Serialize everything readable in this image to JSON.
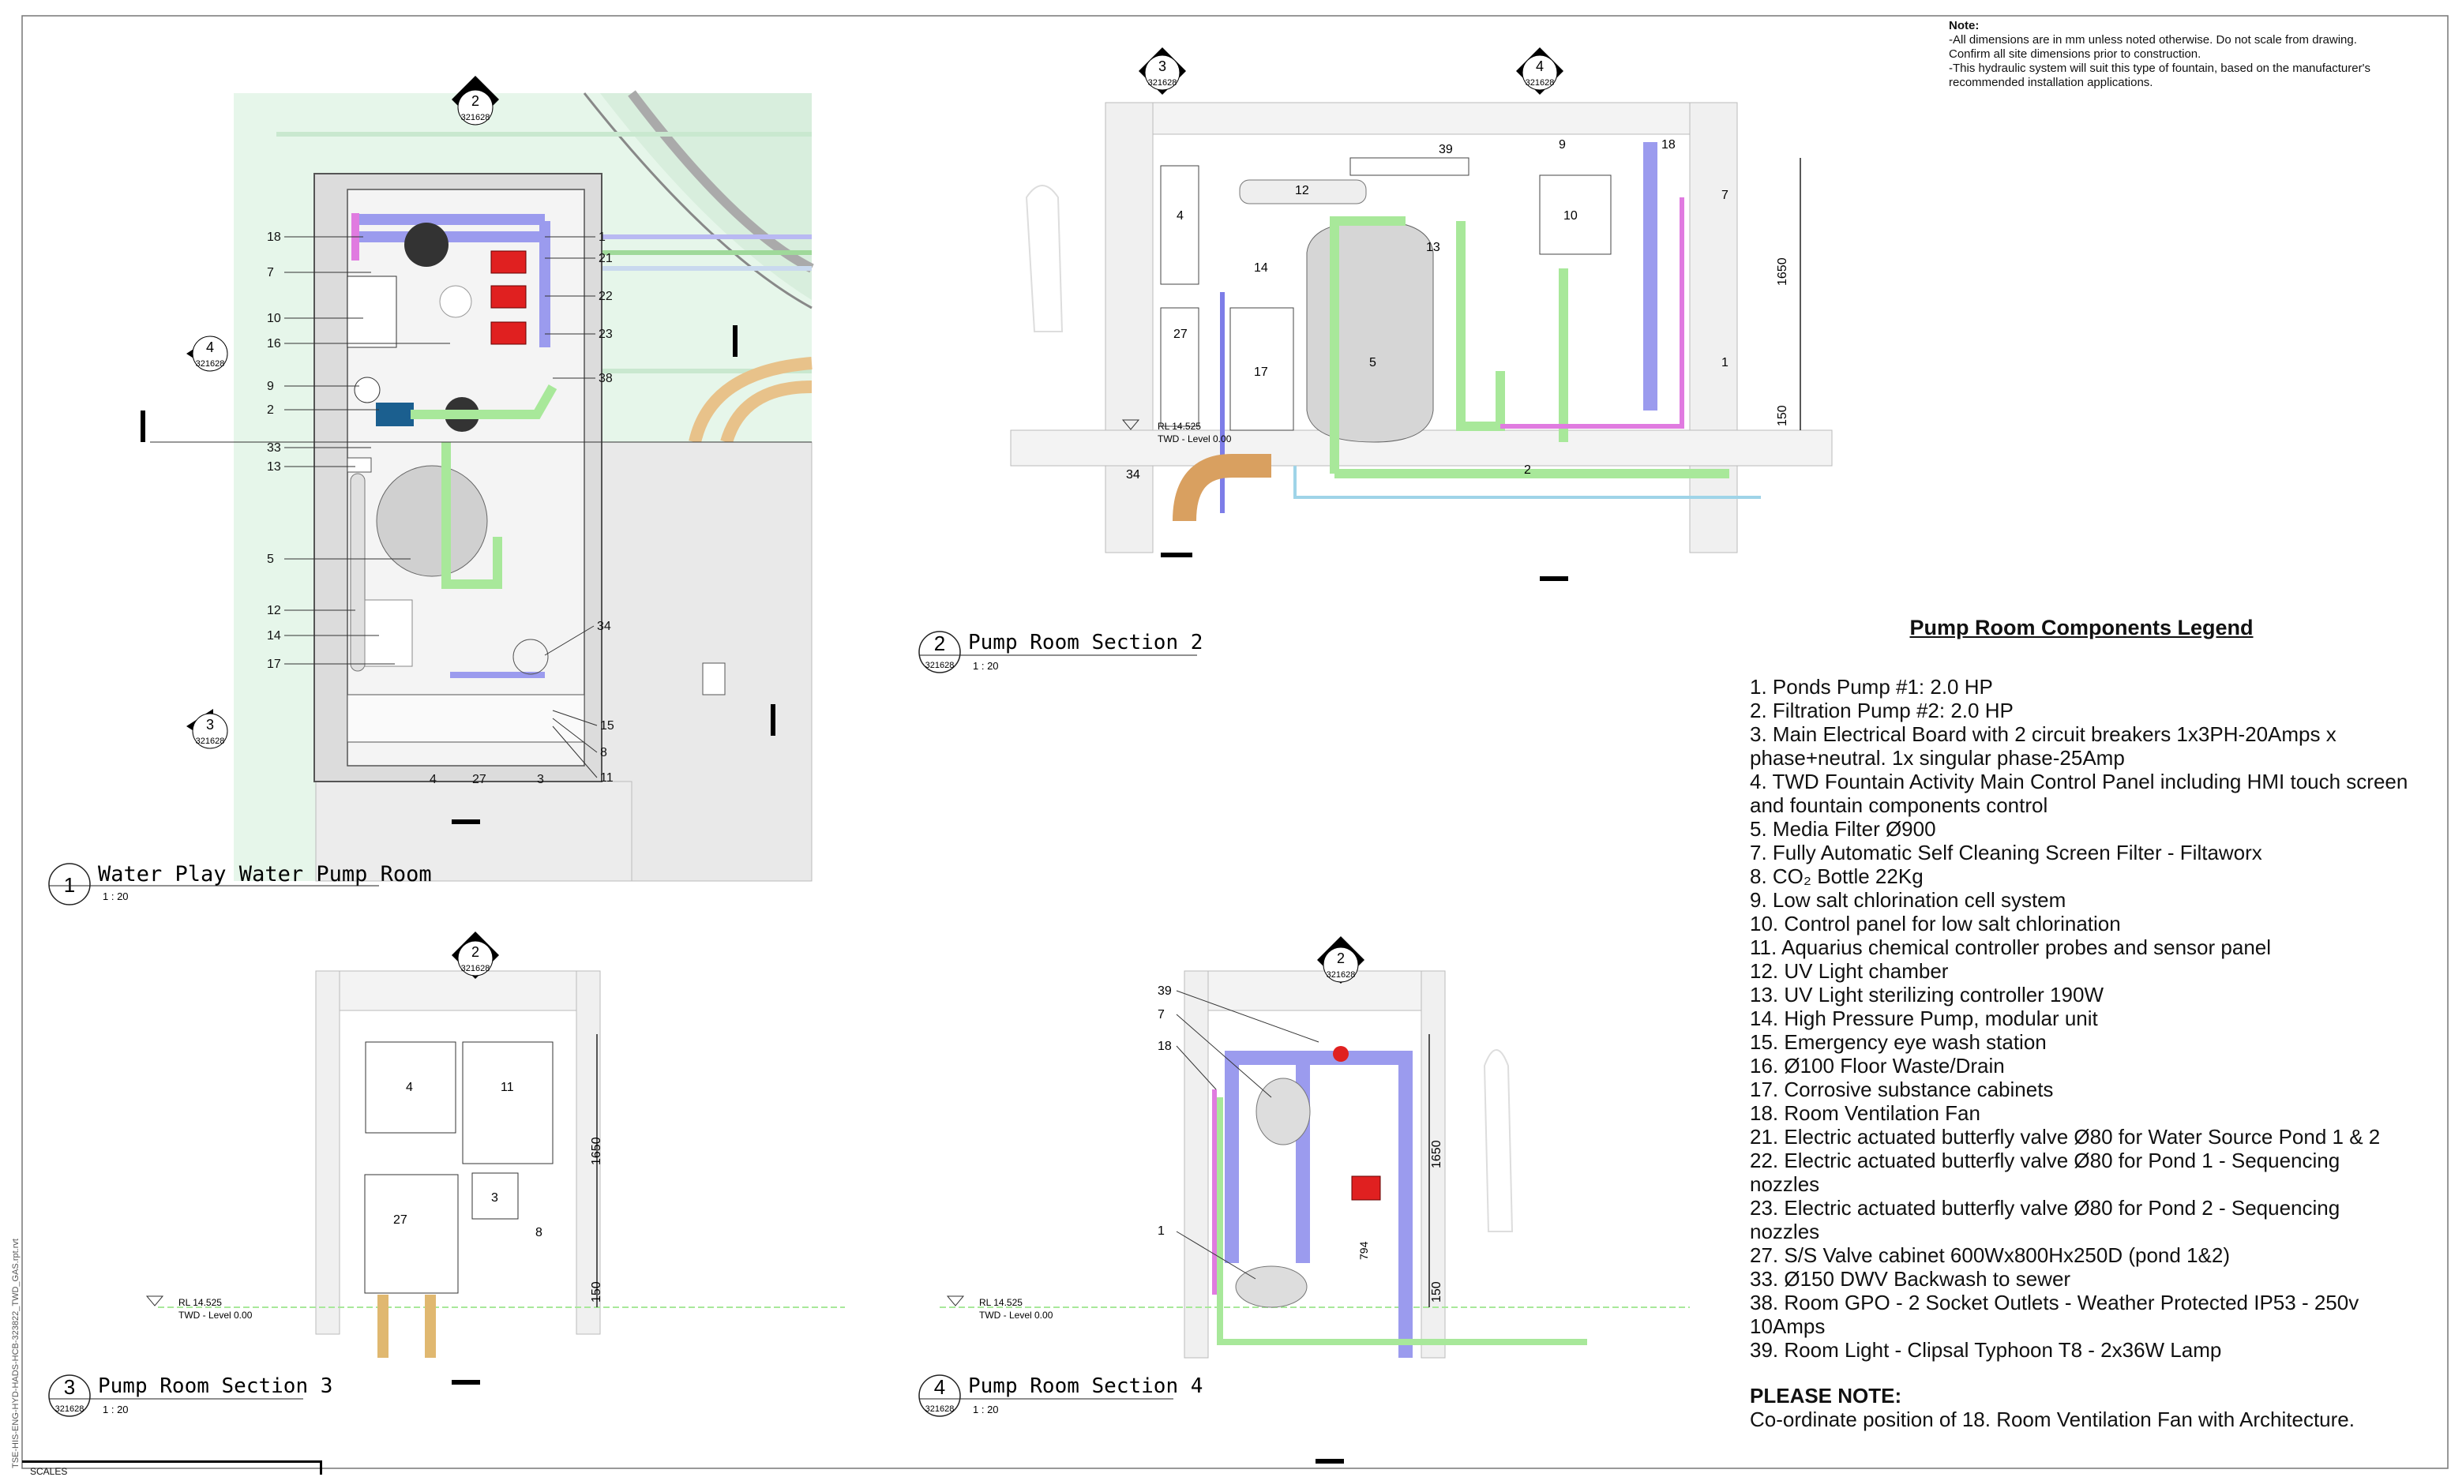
{
  "note": {
    "title": "Note:",
    "lines": [
      "-All dimensions are in mm unless noted otherwise.  Do not scale from  drawing.",
      "Confirm all site dimensions prior to construction.",
      "-This hydraulic system will suit this type of fountain, based on the manufacturer's",
      "recommended installation applications."
    ]
  },
  "views": [
    {
      "num": "1",
      "sheet": "",
      "title": "Water Play Water Pump Room",
      "scale": "1 : 20"
    },
    {
      "num": "2",
      "sheet": "321628",
      "title": "Pump Room Section 2",
      "scale": "1 : 20"
    },
    {
      "num": "3",
      "sheet": "321628",
      "title": "Pump Room Section 3",
      "scale": "1 : 20"
    },
    {
      "num": "4",
      "sheet": "321628",
      "title": "Pump Room Section 4",
      "scale": "1 : 20"
    }
  ],
  "markers": {
    "sheet": "321628"
  },
  "levels": {
    "rl": "RL  14.525",
    "twd": "TWD - Level 0.00"
  },
  "dims": {
    "d1650": "1650",
    "d150": "150",
    "d794": "794"
  },
  "plan_tags": {
    "left": [
      "18",
      "7",
      "10",
      "16",
      "9",
      "2",
      "33",
      "13",
      "5",
      "12",
      "14",
      "17"
    ],
    "right": [
      "1",
      "21",
      "22",
      "23",
      "38",
      "34",
      "15",
      "8",
      "11"
    ],
    "bottom": [
      "4",
      "27",
      "3"
    ]
  },
  "s2_tags": [
    "39",
    "9",
    "18",
    "7",
    "12",
    "4",
    "13",
    "10",
    "14",
    "27",
    "17",
    "5",
    "1",
    "2",
    "34"
  ],
  "s3_tags": [
    "4",
    "11",
    "27",
    "3",
    "8"
  ],
  "s4_tags": [
    "39",
    "7",
    "18",
    "1"
  ],
  "legend": {
    "title": "Pump Room Components Legend",
    "items": [
      "1. Ponds Pump #1: 2.0 HP",
      "2. Filtration Pump #2: 2.0 HP",
      "3. Main Electrical Board with 2 circuit breakers 1x3PH-20Amps x phase+neutral. 1x singular phase-25Amp",
      "4. TWD Fountain Activity Main Control Panel including HMI touch screen and fountain components control",
      "5. Media Filter Ø900",
      "7. Fully Automatic Self Cleaning Screen Filter - Filtaworx",
      "8. CO₂ Bottle 22Kg",
      "9. Low salt chlorination cell system",
      "10. Control panel for low salt chlorination",
      "11. Aquarius chemical controller probes and sensor panel",
      "12. UV Light chamber",
      "13. UV Light sterilizing controller 190W",
      "14. High Pressure Pump, modular unit",
      "15. Emergency eye wash station",
      "16. Ø100 Floor Waste/Drain",
      "17. Corrosive substance cabinets",
      "18. Room Ventilation Fan",
      "21. Electric actuated butterfly valve Ø80 for Water Source Pond 1 & 2",
      "22. Electric actuated butterfly valve Ø80 for Pond 1 - Sequencing nozzles",
      "23. Electric actuated butterfly valve Ø80 for Pond 2 - Sequencing nozzles",
      "27. S/S Valve cabinet 600Wx800Hx250D (pond 1&2)",
      "33. Ø150 DWV Backwash to sewer",
      "38. Room GPO - 2 Socket Outlets - Weather Protected IP53 - 250v 10Amps",
      "39. Room Light - Clipsal Typhoon T8 - 2x36W Lamp"
    ],
    "please_title": "PLEASE NOTE:",
    "please_text": "Co-ordinate position of 18. Room Ventilation Fan with Architecture."
  },
  "footer": {
    "scales": "SCALES",
    "side": "TSE-HIS-ENG-HYD-HADS-HCB-323822_TWD_GAS.rpt.rvt"
  },
  "colors": {
    "pipe_green": "#a8e89a",
    "pipe_purple": "#9b9bee",
    "pipe_magenta": "#e07be0",
    "pipe_orange": "#e8c28a",
    "valve_red": "#e02020",
    "tint": "#e6f6ea"
  }
}
